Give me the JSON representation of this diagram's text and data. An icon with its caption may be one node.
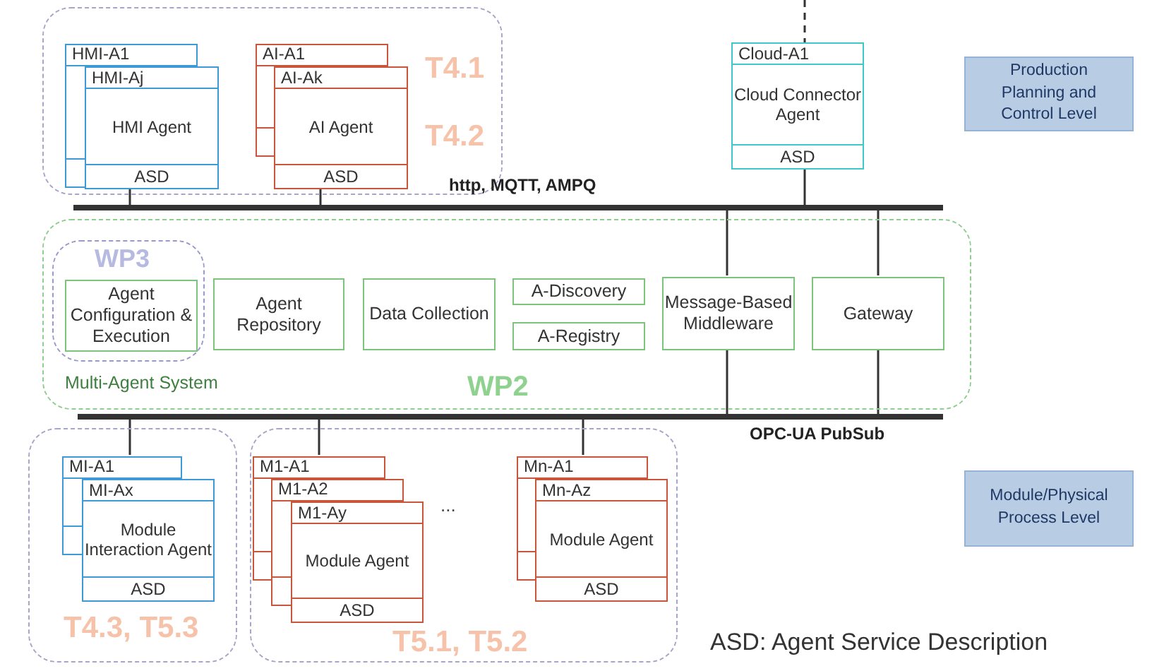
{
  "diagram": {
    "nodes": [
      {
        "text": [
          "T4.1",
          "T4.2"
        ]
      },
      {
        "text": [
          "HMI-A1"
        ],
        "in": 0
      },
      {
        "text": [
          "HMI-Aj",
          "HMI Agent",
          "ASD"
        ],
        "in": 0
      },
      {
        "text": [
          "AI-A1"
        ],
        "in": 0
      },
      {
        "text": [
          "AI-Ak",
          "AI Agent",
          "ASD"
        ],
        "in": 0
      },
      {
        "text": [
          "Cloud-A1",
          "Cloud Connector Agent",
          "ASD"
        ]
      },
      {
        "text": [
          "Production Planning and Control Level"
        ]
      },
      {
        "text": [],
        "shape": "bar",
        "beside": [
          "http, MQTT, AMPQ"
        ]
      },
      {
        "text": [
          "Multi-Agent System",
          "WP2"
        ]
      },
      {
        "text": [
          "WP3"
        ],
        "in": 8
      },
      {
        "text": [
          "Agent Configuration & Execution"
        ],
        "in": 9
      },
      {
        "text": [
          "Agent Repository"
        ],
        "in": 8
      },
      {
        "text": [
          "Data Collection"
        ],
        "in": 8
      },
      {
        "text": [
          "A-Discovery"
        ],
        "in": 8
      },
      {
        "text": [
          "A-Registry"
        ],
        "in": 8
      },
      {
        "text": [
          "Message-Based Middleware"
        ],
        "in": 8
      },
      {
        "text": [
          "Gateway"
        ],
        "in": 8
      },
      {
        "text": [],
        "shape": "bar",
        "beside": [
          "OPC-UA PubSub"
        ]
      },
      {
        "text": [
          "T4.3, T5.3"
        ]
      },
      {
        "text": [
          "MI-A1"
        ],
        "in": 18
      },
      {
        "text": [
          "MI-Ax",
          "Module Interaction Agent",
          "ASD"
        ],
        "in": 18
      },
      {
        "text": [
          "T5.1, T5.2"
        ]
      },
      {
        "text": [
          "M1-A1"
        ],
        "in": 21
      },
      {
        "text": [
          "M1-A2"
        ],
        "in": 21
      },
      {
        "text": [
          "M1-Ay",
          "Module Agent",
          "ASD"
        ],
        "in": 21
      },
      {
        "text": [
          "Mn-A1"
        ],
        "in": 21
      },
      {
        "text": [
          "Mn-Az",
          "Module Agent",
          "ASD"
        ],
        "in": 21
      },
      {
        "text": [
          "Module/Physical Process Level"
        ]
      }
    ],
    "edges": [
      {
        "from": null,
        "to": 5,
        "arrow": "none",
        "style": "dashed"
      },
      {
        "from": 2,
        "to": 7,
        "arrow": "none"
      },
      {
        "from": 4,
        "to": 7,
        "arrow": "none"
      },
      {
        "from": 5,
        "to": 7,
        "arrow": "none"
      },
      {
        "from": 15,
        "to": 7,
        "arrow": "none"
      },
      {
        "from": 16,
        "to": 7,
        "arrow": "none"
      },
      {
        "from": 15,
        "to": 17,
        "arrow": "none"
      },
      {
        "from": 16,
        "to": 17,
        "arrow": "none"
      },
      {
        "from": 17,
        "to": 19,
        "arrow": "none"
      },
      {
        "from": 17,
        "to": 22,
        "arrow": "none"
      },
      {
        "from": 17,
        "to": 25,
        "arrow": "none"
      }
    ],
    "labels": [
      "...",
      "ASD: Agent Service Description"
    ]
  }
}
